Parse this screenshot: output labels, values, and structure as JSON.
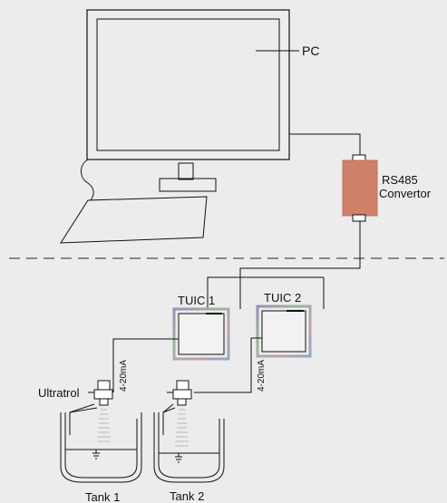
{
  "labels": {
    "pc": "PC",
    "rs485_line1": "RS485",
    "rs485_line2": "Convertor",
    "tuic1": "TUIC 1",
    "tuic2": "TUIC 2",
    "ultratrol": "Ultratrol",
    "current_loop_1": "4-20mA",
    "current_loop_2": "4-20mA",
    "tank1": "Tank 1",
    "tank2": "Tank 2"
  },
  "colors": {
    "background": "#ececec",
    "line": "#111111",
    "convertor_fill": "#cf8068",
    "divider": "#666666"
  }
}
